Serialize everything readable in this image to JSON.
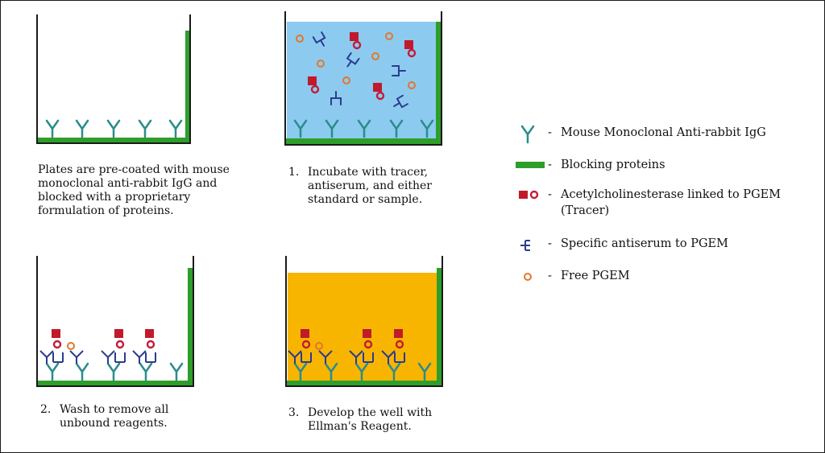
{
  "captions": {
    "plate0": "Plates are pre-coated with mouse monoclonal anti-rabbit IgG and blocked with a proprietary formulation of proteins.",
    "step1": {
      "num": "1.",
      "text": "Incubate with tracer, antiserum, and either standard or sample."
    },
    "step2": {
      "num": "2.",
      "text": "Wash to remove all unbound reagents."
    },
    "step3": {
      "num": "3.",
      "text": "Develop the well with Ellman's Reagent."
    }
  },
  "legend": [
    {
      "icon": "mouse-igg-icon",
      "dash": "-",
      "label": "Mouse Monoclonal Anti-rabbit IgG"
    },
    {
      "icon": "blocking-protein-icon",
      "dash": "-",
      "label": "Blocking proteins"
    },
    {
      "icon": "tracer-icon",
      "dash": "-",
      "label": "Acetylcholinesterase linked to PGEM (Tracer)"
    },
    {
      "icon": "antiserum-icon",
      "dash": "-",
      "label": "Specific antiserum to PGEM"
    },
    {
      "icon": "free-pgem-icon",
      "dash": "-",
      "label": "Free PGEM"
    }
  ],
  "colors": {
    "well_wall": "#1a1a1a",
    "green": "#2e9e2a",
    "teal": "#2b8c8c",
    "navy": "#2c3b8f",
    "tracer_red": "#c41a3a",
    "tracer_square": "#c01a2c",
    "orange": "#e4762c",
    "liquid_blue": "#8ccbef",
    "liquid_yellow": "#f7b500"
  }
}
